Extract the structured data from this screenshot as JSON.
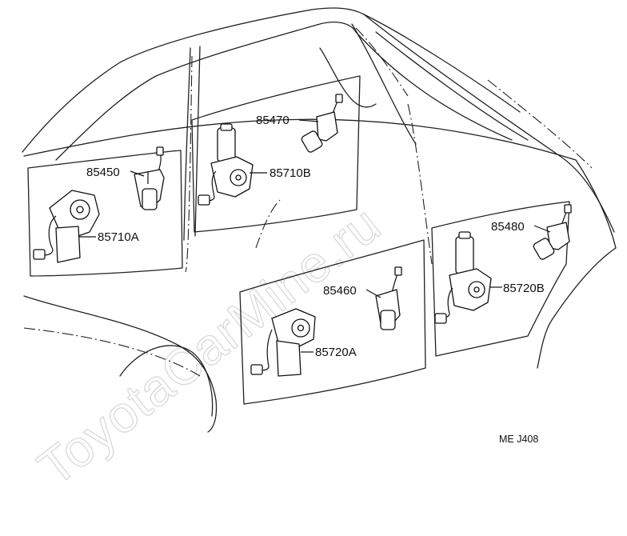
{
  "diagram": {
    "parts": [
      {
        "id": "85450",
        "label": "85450"
      },
      {
        "id": "85470",
        "label": "85470"
      },
      {
        "id": "85710A",
        "label": "85710A"
      },
      {
        "id": "85710B",
        "label": "85710B"
      },
      {
        "id": "85460",
        "label": "85460"
      },
      {
        "id": "85480",
        "label": "85480"
      },
      {
        "id": "85720A",
        "label": "85720A"
      },
      {
        "id": "85720B",
        "label": "85720B"
      }
    ],
    "figure_code": "ME J408",
    "watermark": "ToyotaCarMine.ru"
  }
}
